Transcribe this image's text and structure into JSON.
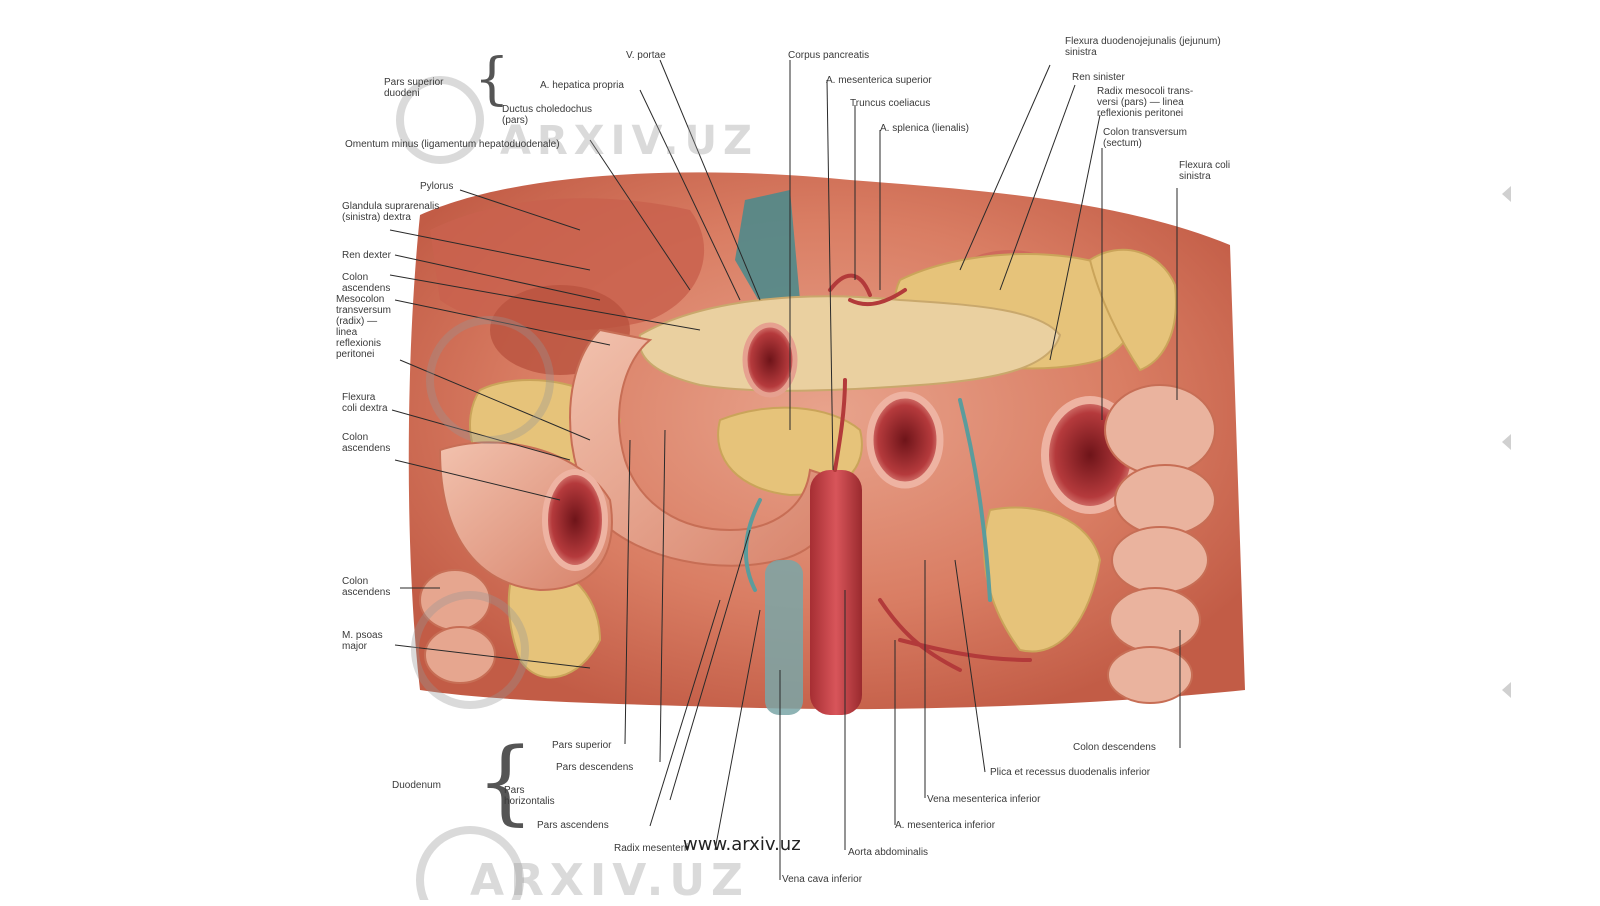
{
  "watermark": {
    "brand": "ARXIV.UZ",
    "url": "www.arxiv.uz"
  },
  "colors": {
    "background": "#ffffff",
    "tissue": "#d98066",
    "fat": "#e6c37a",
    "vessel": "#b33a3a",
    "lumen": "#8c1f24",
    "vein": "#4f8a8b"
  },
  "labels": {
    "pars_superior_group": "Pars superior\nduodeni",
    "ductus_choledochus": "Ductus choledochus\n(pars)",
    "omentum_minus": "Omentum minus (ligamentum hepatoduodenale)",
    "pylorus": "Pylorus",
    "glandula": "Glandula suprarenalis\n(sinistra) dextra",
    "ren_dexter": "Ren dexter",
    "mesocolon": "Mesocolon\ntransversum\n(radix) —\nlinea\nreflexionis\nperitonei",
    "flexura": "Flexura\ncoli dextra",
    "colon_ascendens": "Colon\nascendens",
    "colon_ascendens_2": "Colon\nascendens",
    "m_psoas": "M. psoas\nmajor",
    "v_portae": "V. portae",
    "a_hepatica": "A. hepatica propria",
    "corpus_pancreatis": "Corpus pancreatis",
    "a_mesenterica_sup": "A. mesenterica superior",
    "truncus_coeliacus": "Truncus coeliacus",
    "a_splenica": "A. splenica (lienalis)",
    "flexura_duodenojejunalis": "Flexura duodenojejunalis (jejunum)\nsinistra",
    "ren_sinister": "Ren sinister",
    "radix_mesocolon_left": "Radix mesocoli trans-\nversi (pars) — linea\nreflexionis peritonei",
    "colon_transversum": "Colon transversum\n(sectum)",
    "flexura_coli_sinistra": "Flexura coli\nsinistra",
    "colon_descendens": "Colon descendens",
    "plica_duodenalis": "Plica et recessus duodenalis inferior",
    "vena_mesenterica_inf": "Vena mesenterica inferior",
    "a_mesenterica_inf": "A. mesenterica inferior",
    "aorta_abdominalis": "Aorta abdominalis",
    "vena_cava": "Vena cava inferior",
    "pars_superior": "Pars superior",
    "pars_descendens": "Pars descendens",
    "duodenum": "Duodenum",
    "pars_horizontalis": "Pars\nhorizontalis",
    "pars_ascendens": "Pars ascendens",
    "radix_mesenterii": "Radix mesenterii"
  }
}
